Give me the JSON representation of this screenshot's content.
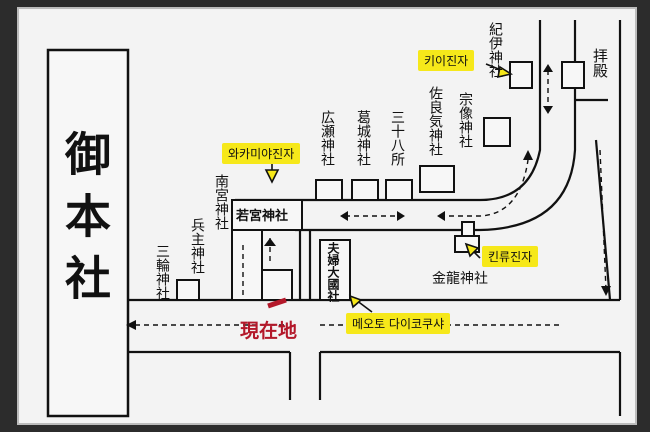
{
  "title_vertical": "御本社",
  "labels": {
    "sanrin": "三輪神社",
    "hyoshu": "兵主神社",
    "nangu": "南宮神社",
    "wakamiya": "若宮神社",
    "hirose": "広瀬神社",
    "katsuragi": "葛城神社",
    "sanjuhachi": "三十八所",
    "saraki": "佐良気神社",
    "munakata": "宗像神社",
    "kii": "紀伊神社",
    "haiden": "拝殿",
    "kinryu": "金龍神社",
    "meoto": "夫婦大國社"
  },
  "callouts": {
    "kii": "키이진자",
    "wakamiya": "와카미야진자",
    "kinryu": "킨류진자",
    "meoto": "메오토 다이코쿠샤"
  },
  "current_location": "現在地",
  "colors": {
    "board": "#f3f3f3",
    "frame": "#2c2c2c",
    "callout": "#f6e81a",
    "marker": "#b3182a"
  }
}
